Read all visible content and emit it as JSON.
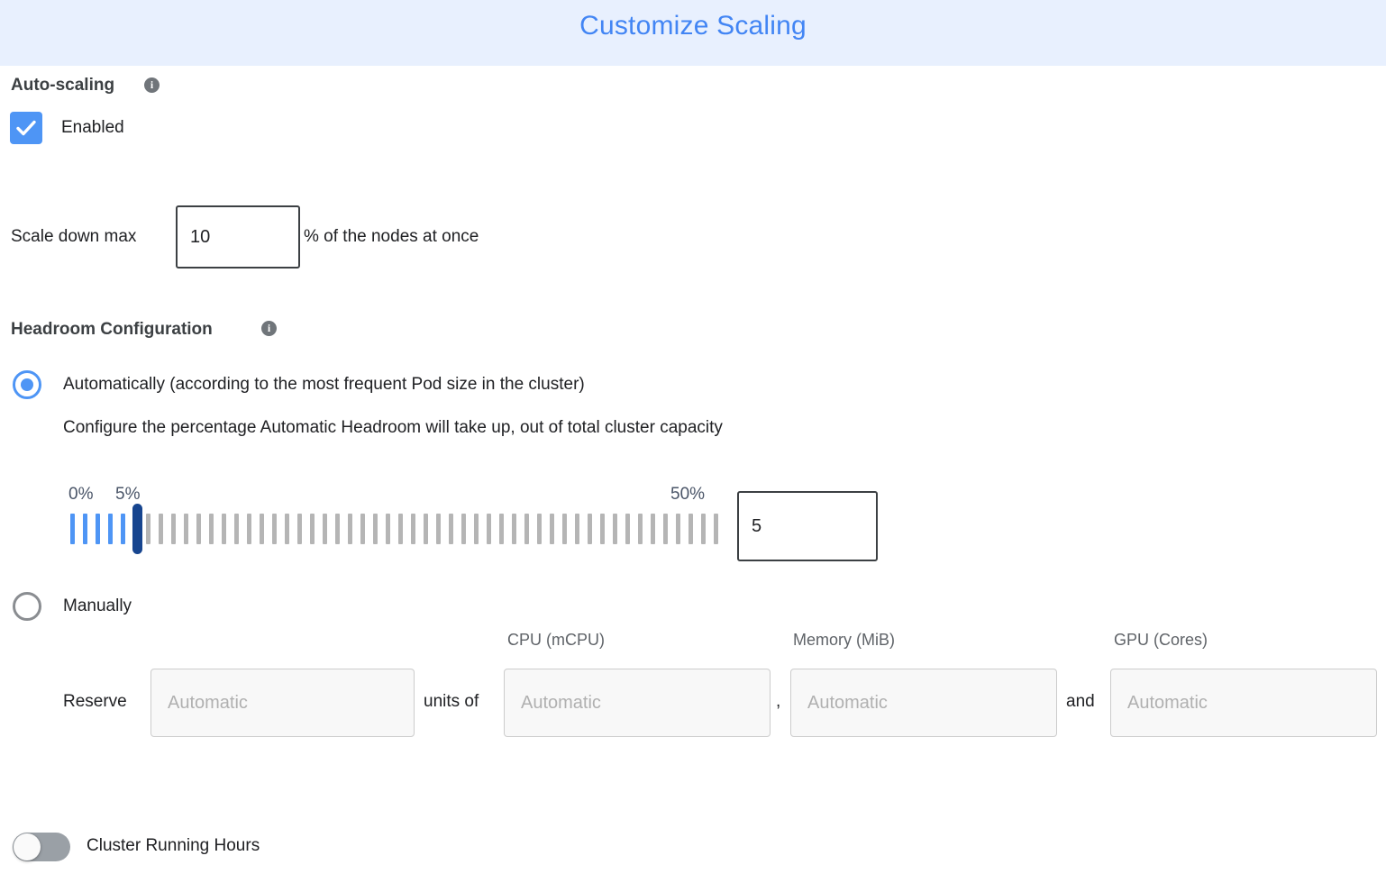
{
  "header": {
    "title": "Customize Scaling",
    "bg_color": "#e8f0fe",
    "title_color": "#4285f4"
  },
  "autoscaling": {
    "heading": "Auto-scaling",
    "info_icon": "info-icon",
    "info_glyph": "i",
    "enabled_label": "Enabled",
    "enabled_checked": true,
    "checkbox_color": "#4e95f5",
    "scale_down": {
      "prefix_label": "Scale down max",
      "value": "10",
      "suffix_label": "% of the nodes at once"
    }
  },
  "headroom": {
    "heading": "Headroom Configuration",
    "info_glyph": "i",
    "option_automatic": {
      "label": "Automatically (according to the most frequent Pod size in the cluster)",
      "selected": true,
      "description": "Configure the percentage Automatic Headroom will take up, out of total cluster capacity"
    },
    "slider": {
      "min_label": "0%",
      "current_label": "5%",
      "max_label": "50%",
      "value": "5",
      "min": 0,
      "max": 50,
      "tick_count": 52,
      "filled_ticks": 6,
      "active_color": "#4e95f5",
      "inactive_color": "#b5b5b5",
      "thumb_color": "#17458f"
    },
    "option_manual": {
      "label": "Manually",
      "selected": false,
      "reserve_label": "Reserve",
      "units_of_label": "units of",
      "comma_label": ",",
      "and_label": "and",
      "fields": [
        {
          "caption": "",
          "placeholder": "Automatic",
          "value": ""
        },
        {
          "caption": "CPU (mCPU)",
          "placeholder": "Automatic",
          "value": ""
        },
        {
          "caption": "Memory (MiB)",
          "placeholder": "Automatic",
          "value": ""
        },
        {
          "caption": "GPU (Cores)",
          "placeholder": "Automatic",
          "value": ""
        }
      ]
    }
  },
  "cluster_running_hours": {
    "label": "Cluster Running Hours",
    "enabled": false,
    "track_color": "#9aa0a6"
  }
}
